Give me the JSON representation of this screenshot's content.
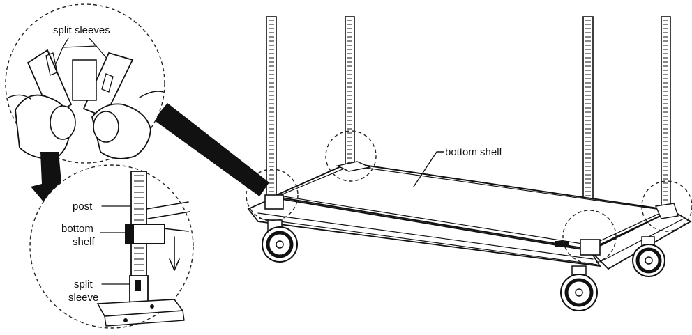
{
  "labels": {
    "split_sleeves": "split sleeves",
    "bottom_shelf": "bottom shelf",
    "post": "post",
    "bottom_line1": "bottom",
    "bottom_line2": "shelf",
    "split_line1": "split",
    "split_line2": "sleeve"
  },
  "colors": {
    "ink": "#111111",
    "arrow": "#111111",
    "wedge": "#111111",
    "background": "#ffffff"
  },
  "icons": {
    "down_arrow": "down-arrow-icon"
  }
}
